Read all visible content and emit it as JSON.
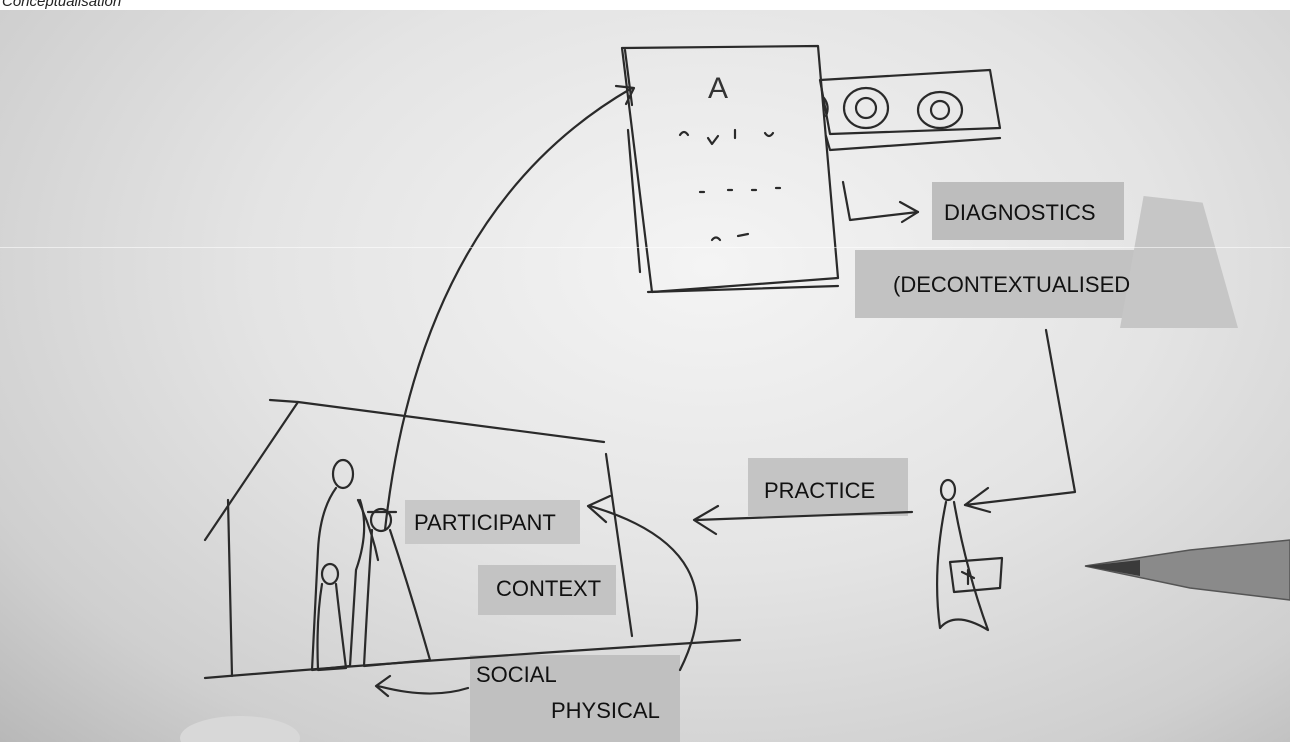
{
  "caption": "Conceptualisation",
  "labels": {
    "diagnostics": "DIAGNOSTICS",
    "decontextualised": "(DECONTEXTUALISED",
    "practice": "PRACTICE",
    "participant": "PARTICIPANT",
    "context": "CONTEXT",
    "social": "SOCIAL",
    "physical": "PHYSICAL"
  },
  "chart_letters": {
    "big": "A"
  },
  "colors": {
    "pencil": "#2a2a2a",
    "label_patch": "#bdbdbd",
    "text": "#111111"
  },
  "icons": [
    "eye-chart-icon",
    "eyes-icon",
    "house-icon",
    "family-figures-icon",
    "practitioner-figure-icon",
    "pencil-icon"
  ]
}
